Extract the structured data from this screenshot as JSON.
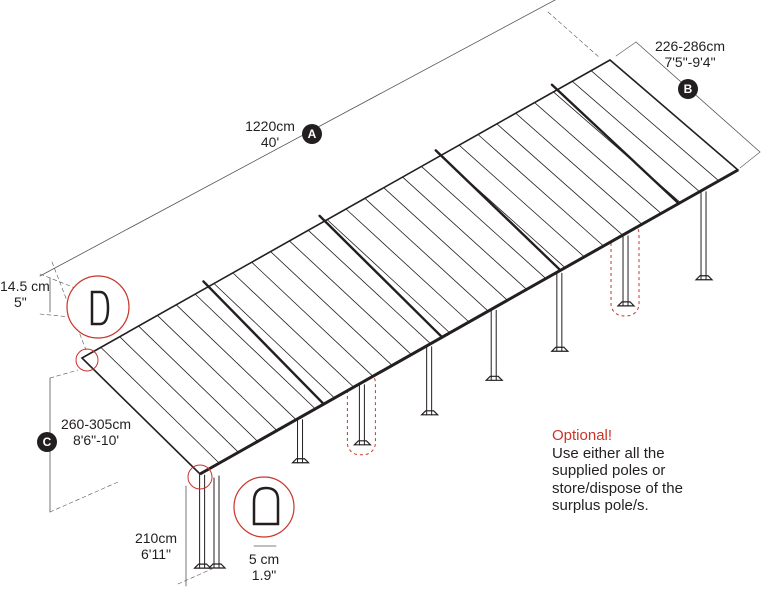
{
  "dimensions": {
    "A": {
      "badge": "A",
      "metric": "1220cm",
      "imperial": "40'"
    },
    "B": {
      "badge": "B",
      "metric": "226-286cm",
      "imperial": "7'5\"-9'4\""
    },
    "C": {
      "badge": "C",
      "metric": "260-305cm",
      "imperial": "8'6\"-10'"
    },
    "gutter": {
      "metric": "14.5 cm",
      "imperial": "5\""
    },
    "post_height": {
      "metric": "210cm",
      "imperial": "6'11\""
    },
    "post_width": {
      "metric": "5 cm",
      "imperial": "1.9\""
    }
  },
  "note": {
    "title": "Optional!",
    "lines": [
      "Use either all the",
      "supplied poles or",
      "store/dispose of the",
      "surplus pole/s."
    ]
  },
  "colors": {
    "line": "#231f20",
    "highlight": "#c8352b",
    "dim": "#555555"
  }
}
